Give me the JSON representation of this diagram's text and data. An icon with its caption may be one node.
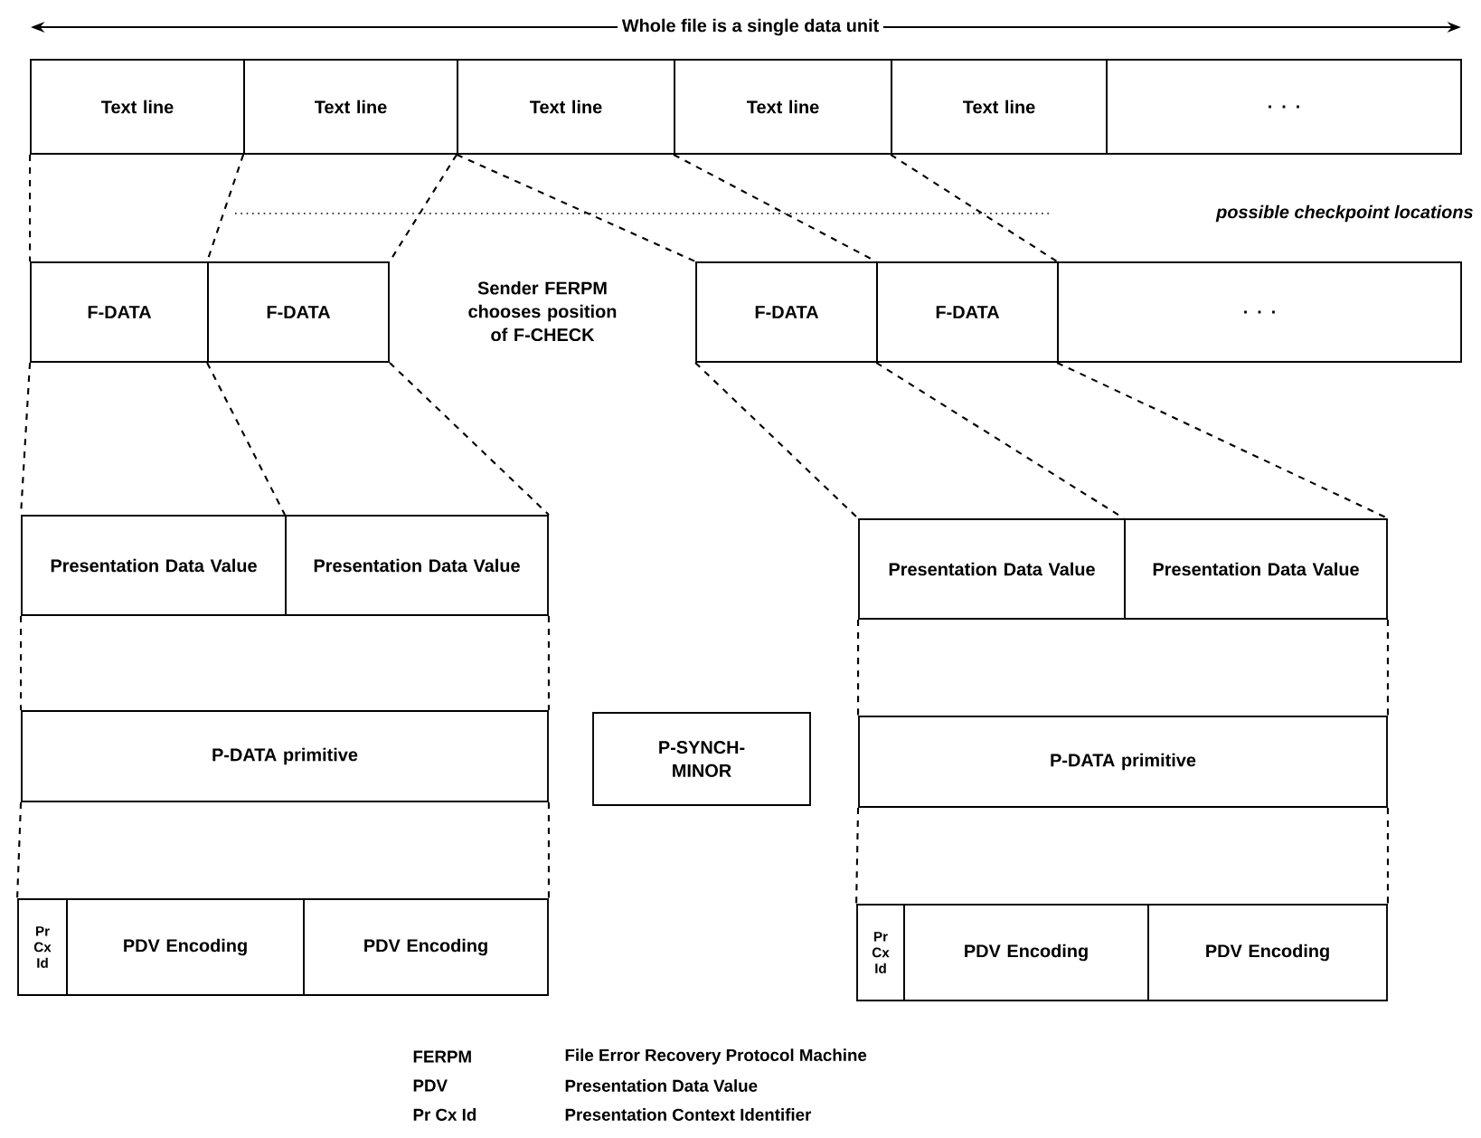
{
  "diagram": {
    "nodes": [
      {
        "text": [
          "Text line"
        ]
      },
      {
        "text": [
          "Text line"
        ]
      },
      {
        "text": [
          "Text line"
        ]
      },
      {
        "text": [
          "Text line"
        ]
      },
      {
        "text": [
          "Text line"
        ]
      },
      {
        "text": [
          ". . ."
        ]
      },
      {
        "text": [
          "F-DATA"
        ]
      },
      {
        "text": [
          "F-DATA"
        ]
      },
      {
        "text": [
          "F-DATA"
        ]
      },
      {
        "text": [
          "F-DATA"
        ]
      },
      {
        "text": [
          ". . ."
        ]
      },
      {
        "text": [
          "Presentation Data Value"
        ]
      },
      {
        "text": [
          "Presentation Data Value"
        ]
      },
      {
        "text": [
          "Presentation Data Value"
        ]
      },
      {
        "text": [
          "Presentation Data Value"
        ]
      },
      {
        "text": [
          "P-DATA primitive"
        ]
      },
      {
        "text": [
          "P-SYNCH-MINOR"
        ]
      },
      {
        "text": [
          "P-DATA primitive"
        ]
      },
      {
        "text": [
          "Pr Cx Id"
        ]
      },
      {
        "text": [
          "PDV Encoding"
        ]
      },
      {
        "text": [
          "PDV Encoding"
        ]
      },
      {
        "text": [
          "Pr Cx Id"
        ]
      },
      {
        "text": [
          "PDV Encoding"
        ]
      },
      {
        "text": [
          "PDV Encoding"
        ]
      }
    ],
    "edges": [
      {
        "from": 0,
        "to": 6,
        "arrow": "none",
        "style": "dashed"
      },
      {
        "from": 1,
        "to": 7,
        "arrow": "none",
        "style": "dashed"
      },
      {
        "from": 2,
        "to": 7,
        "arrow": "none",
        "style": "dashed"
      },
      {
        "from": 2,
        "to": 8,
        "arrow": "none",
        "style": "dashed"
      },
      {
        "from": 3,
        "to": 9,
        "arrow": "none",
        "style": "dashed"
      },
      {
        "from": 4,
        "to": 10,
        "arrow": "none",
        "style": "dashed"
      },
      {
        "from": 6,
        "to": 11,
        "arrow": "none",
        "style": "dashed"
      },
      {
        "from": 7,
        "to": 12,
        "arrow": "none",
        "style": "dashed"
      },
      {
        "from": 7,
        "to": 12,
        "arrow": "none",
        "style": "dashed"
      },
      {
        "from": 8,
        "to": 13,
        "arrow": "none",
        "style": "dashed"
      },
      {
        "from": 9,
        "to": 14,
        "arrow": "none",
        "style": "dashed"
      },
      {
        "from": 10,
        "to": 14,
        "arrow": "none",
        "style": "dashed"
      },
      {
        "from": 11,
        "to": 15,
        "arrow": "none",
        "style": "dashed"
      },
      {
        "from": 12,
        "to": 15,
        "arrow": "none",
        "style": "dashed"
      },
      {
        "from": 13,
        "to": 17,
        "arrow": "none",
        "style": "dashed"
      },
      {
        "from": 14,
        "to": 17,
        "arrow": "none",
        "style": "dashed"
      },
      {
        "from": 15,
        "to": 18,
        "arrow": "none",
        "style": "dashed"
      },
      {
        "from": 15,
        "to": 20,
        "arrow": "none",
        "style": "dashed"
      },
      {
        "from": 17,
        "to": 21,
        "arrow": "none",
        "style": "dashed"
      },
      {
        "from": 17,
        "to": 23,
        "arrow": "none",
        "style": "dashed"
      }
    ],
    "labels": [
      "Whole file is a single data unit",
      "possible checkpoint locations",
      "Sender FERPM chooses position of F-CHECK",
      "FERPM",
      "File Error Recovery Protocol Machine",
      "PDV",
      "Presentation Data Value",
      "Pr Cx Id",
      "Presentation Context Identifier"
    ]
  }
}
